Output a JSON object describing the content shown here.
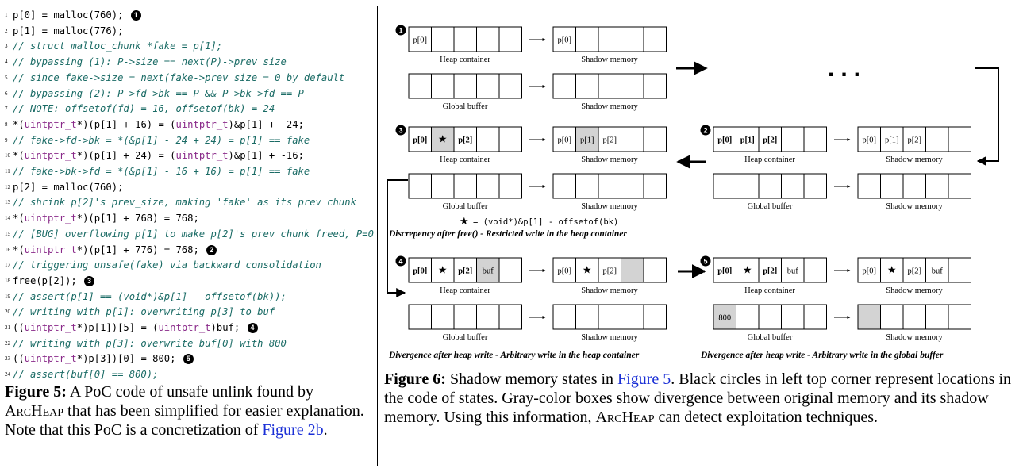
{
  "code_lines": [
    {
      "n": "1",
      "parts": [
        {
          "t": "p[0] = malloc(760); "
        },
        {
          "m": "1"
        }
      ]
    },
    {
      "n": "2",
      "parts": [
        {
          "t": "p[1] = malloc(776);"
        }
      ]
    },
    {
      "n": "3",
      "parts": [
        {
          "t": "// struct malloc_chunk *fake = p[1];",
          "c": "cmt"
        }
      ]
    },
    {
      "n": "4",
      "parts": [
        {
          "t": "// bypassing (1): P->size == next(P)->prev_size",
          "c": "cmt"
        }
      ]
    },
    {
      "n": "5",
      "parts": [
        {
          "t": "// since fake->size = next(fake->prev_size = 0 by default",
          "c": "cmt"
        }
      ]
    },
    {
      "n": "6",
      "parts": [
        {
          "t": "// bypassing (2): P->fd->bk == P && P->bk->fd == P",
          "c": "cmt"
        }
      ]
    },
    {
      "n": "7",
      "parts": [
        {
          "t": "// NOTE: offsetof(fd) = 16, offsetof(bk) = 24",
          "c": "cmt"
        }
      ]
    },
    {
      "n": "8",
      "parts": [
        {
          "t": "*("
        },
        {
          "t": "uintptr_t",
          "c": "ty"
        },
        {
          "t": "*)(p[1] + 16) = ("
        },
        {
          "t": "uintptr_t",
          "c": "ty"
        },
        {
          "t": ")&p[1] + -24;"
        }
      ]
    },
    {
      "n": "9",
      "parts": [
        {
          "t": "// fake->fd->bk = *(&p[1] - 24 + 24) = p[1] == fake",
          "c": "cmt"
        }
      ]
    },
    {
      "n": "10",
      "parts": [
        {
          "t": "*("
        },
        {
          "t": "uintptr_t",
          "c": "ty"
        },
        {
          "t": "*)(p[1] + 24) = ("
        },
        {
          "t": "uintptr_t",
          "c": "ty"
        },
        {
          "t": ")&p[1] + -16;"
        }
      ]
    },
    {
      "n": "11",
      "parts": [
        {
          "t": "// fake->bk->fd = *(&p[1] - 16 + 16) = p[1] == fake",
          "c": "cmt"
        }
      ]
    },
    {
      "n": "12",
      "parts": [
        {
          "t": "p[2] = malloc(760);"
        }
      ]
    },
    {
      "n": "13",
      "parts": [
        {
          "t": "// shrink p[2]'s prev_size, making 'fake' as its prev chunk",
          "c": "cmt"
        }
      ]
    },
    {
      "n": "14",
      "parts": [
        {
          "t": "*("
        },
        {
          "t": "uintptr_t",
          "c": "ty"
        },
        {
          "t": "*)(p[1] + 768) = 768;"
        }
      ]
    },
    {
      "n": "15",
      "parts": [
        {
          "t": "// [BUG] overflowing p[1] to make p[2]'s prev chunk freed, P=0",
          "c": "cmt"
        }
      ]
    },
    {
      "n": "16",
      "parts": [
        {
          "t": "*("
        },
        {
          "t": "uintptr_t",
          "c": "ty"
        },
        {
          "t": "*)(p[1] + 776) = 768; "
        },
        {
          "m": "2"
        }
      ]
    },
    {
      "n": "17",
      "parts": [
        {
          "t": "// triggering unsafe(fake) via backward consolidation",
          "c": "cmt"
        }
      ]
    },
    {
      "n": "18",
      "parts": [
        {
          "t": "free(p[2]); "
        },
        {
          "m": "3"
        }
      ]
    },
    {
      "n": "19",
      "parts": [
        {
          "t": "// assert(p[1] == (void*)&p[1] - offsetof(bk));",
          "c": "cmt"
        }
      ]
    },
    {
      "n": "20",
      "parts": [
        {
          "t": "// writing with p[1]: overwriting p[3] to buf",
          "c": "cmt"
        }
      ]
    },
    {
      "n": "21",
      "parts": [
        {
          "t": "(("
        },
        {
          "t": "uintptr_t",
          "c": "ty"
        },
        {
          "t": "*)p[1])[5] = ("
        },
        {
          "t": "uintptr_t",
          "c": "ty"
        },
        {
          "t": ")buf; "
        },
        {
          "m": "4"
        }
      ]
    },
    {
      "n": "22",
      "parts": [
        {
          "t": "// writing with p[3]: overwrite buf[0] with 800",
          "c": "cmt"
        }
      ]
    },
    {
      "n": "23",
      "parts": [
        {
          "t": "(("
        },
        {
          "t": "uintptr_t",
          "c": "ty"
        },
        {
          "t": "*)p[3])[0] = 800; "
        },
        {
          "m": "5"
        }
      ]
    },
    {
      "n": "24",
      "parts": [
        {
          "t": "// assert(buf[0] == 800);",
          "c": "cmt"
        }
      ]
    }
  ],
  "caption5": {
    "label": "Figure 5:",
    "pre": " A PoC code of unsafe unlink found by ",
    "tool": "ArcHeap",
    "mid": " that has been simplified for easier explanation. Note that this PoC is a concretization of ",
    "ref": "Figure 2b",
    "post": "."
  },
  "caption6": {
    "label": "Figure 6:",
    "pre": " Shadow memory states in ",
    "ref": "Figure 5",
    "mid": ". Black circles in left top corner represent locations in the code of states. Gray-color boxes show divergence between original memory and its shadow memory. Using this information, ",
    "tool": "ArcHeap",
    "post": " can detect exploitation techniques."
  },
  "diagram": {
    "heap_label": "Heap container",
    "shadow_label": "Shadow memory",
    "global_label": "Global buffer",
    "ellipsis": "...",
    "star_formula": "= (void*)&p[1] - offsetof(bk)",
    "note3": "Discrepency after free() - Restricted write in the heap container",
    "note4": "Divergence after heap write - Arbitrary write in the heap container",
    "note5": "Divergence after heap write - Arbitrary write in the global buffer",
    "states": [
      {
        "id": "1",
        "heap": [
          {
            "t": "p[0]"
          },
          {},
          {},
          {},
          {}
        ],
        "heap_shadow": [
          {
            "t": "p[0]"
          },
          {},
          {},
          {},
          {}
        ],
        "global": [
          {},
          {},
          {},
          {},
          {}
        ],
        "global_shadow": [
          {},
          {},
          {},
          {},
          {}
        ]
      },
      {
        "id": "2",
        "heap": [
          {
            "t": "p[0]",
            "b": 1
          },
          {
            "t": "p[1]",
            "b": 1
          },
          {
            "t": "p[2]",
            "b": 1
          },
          {},
          {}
        ],
        "heap_shadow": [
          {
            "t": "p[0]"
          },
          {
            "t": "p[1]"
          },
          {
            "t": "p[2]"
          },
          {},
          {}
        ],
        "global": [
          {},
          {},
          {},
          {},
          {}
        ],
        "global_shadow": [
          {},
          {},
          {},
          {},
          {}
        ]
      },
      {
        "id": "3",
        "heap": [
          {
            "t": "p[0]",
            "b": 1
          },
          {
            "t": "★",
            "g": 1
          },
          {
            "t": "p[2]",
            "b": 1
          },
          {},
          {}
        ],
        "heap_shadow": [
          {
            "t": "p[0]"
          },
          {
            "t": "p[1]",
            "g": 1
          },
          {
            "t": "p[2]"
          },
          {},
          {}
        ],
        "global": [
          {},
          {},
          {},
          {},
          {}
        ],
        "global_shadow": [
          {},
          {},
          {},
          {},
          {}
        ]
      },
      {
        "id": "4",
        "heap": [
          {
            "t": "p[0]",
            "b": 1
          },
          {
            "t": "★"
          },
          {
            "t": "p[2]",
            "b": 1
          },
          {
            "t": "buf",
            "g": 1
          },
          {}
        ],
        "heap_shadow": [
          {
            "t": "p[0]"
          },
          {
            "t": "★"
          },
          {
            "t": "p[2]"
          },
          {
            "g": 1
          },
          {}
        ],
        "global": [
          {},
          {},
          {},
          {},
          {}
        ],
        "global_shadow": [
          {},
          {},
          {},
          {},
          {}
        ]
      },
      {
        "id": "5",
        "heap": [
          {
            "t": "p[0]",
            "b": 1
          },
          {
            "t": "★"
          },
          {
            "t": "p[2]",
            "b": 1
          },
          {
            "t": "buf"
          },
          {}
        ],
        "heap_shadow": [
          {
            "t": "p[0]"
          },
          {
            "t": "★"
          },
          {
            "t": "p[2]"
          },
          {
            "t": "buf"
          },
          {}
        ],
        "global": [
          {
            "t": "800",
            "g": 1
          },
          {},
          {},
          {},
          {}
        ],
        "global_shadow": [
          {
            "g": 1
          },
          {},
          {},
          {},
          {}
        ]
      }
    ]
  }
}
